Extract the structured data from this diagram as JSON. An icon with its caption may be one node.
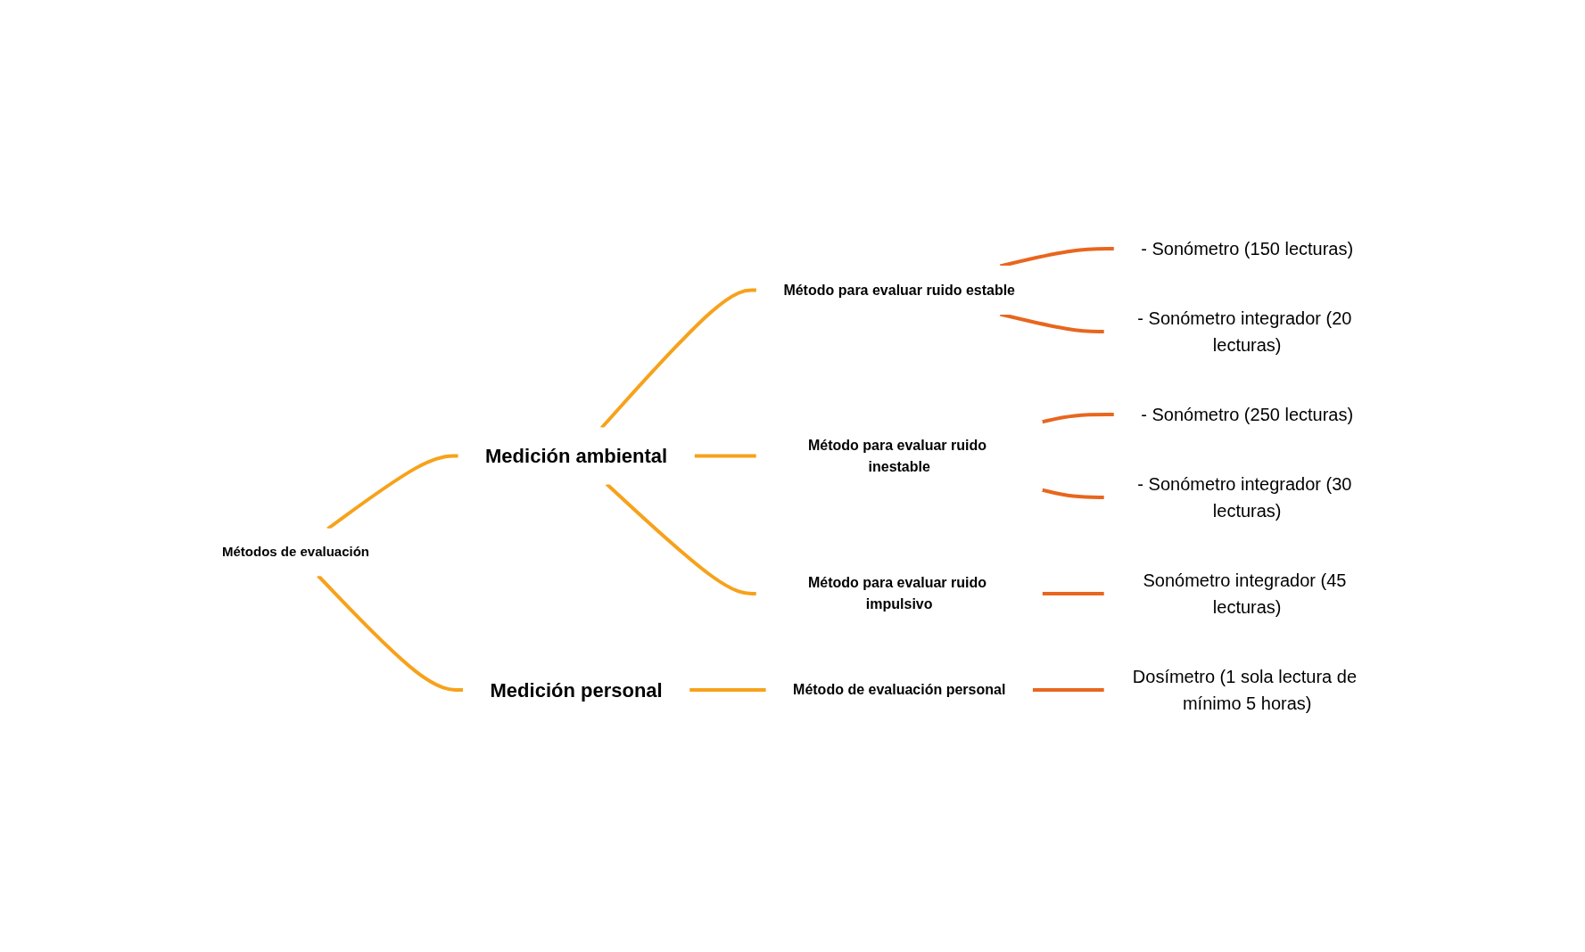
{
  "diagram": {
    "nodes": [
      {
        "text": [
          "Métodos de evaluación"
        ]
      },
      {
        "text": [
          "Medición ambiental"
        ]
      },
      {
        "text": [
          "Medición personal"
        ]
      },
      {
        "text": [
          "Método para evaluar ruido estable"
        ]
      },
      {
        "text": [
          "Método para evaluar ruido inestable"
        ]
      },
      {
        "text": [
          "Método para evaluar ruido impulsivo"
        ]
      },
      {
        "text": [
          "Método de evaluación personal"
        ]
      },
      {
        "text": [
          "- Sonómetro (150 lecturas)"
        ]
      },
      {
        "text": [
          "- Sonómetro integrador (20 lecturas)"
        ]
      },
      {
        "text": [
          "- Sonómetro (250 lecturas)"
        ]
      },
      {
        "text": [
          "- Sonómetro integrador (30 lecturas)"
        ]
      },
      {
        "text": [
          "Sonómetro integrador (45 lecturas)"
        ]
      },
      {
        "text": [
          "Dosímetro (1 sola lectura de mínimo 5 horas)"
        ]
      }
    ],
    "edges": [
      {
        "from": 0,
        "to": 1,
        "arrow": "none"
      },
      {
        "from": 0,
        "to": 2,
        "arrow": "none"
      },
      {
        "from": 1,
        "to": 3,
        "arrow": "none"
      },
      {
        "from": 1,
        "to": 4,
        "arrow": "none"
      },
      {
        "from": 1,
        "to": 5,
        "arrow": "none"
      },
      {
        "from": 2,
        "to": 6,
        "arrow": "none"
      },
      {
        "from": 3,
        "to": 7,
        "arrow": "none",
        "color": "#e8661e"
      },
      {
        "from": 3,
        "to": 8,
        "arrow": "none",
        "color": "#e8661e"
      },
      {
        "from": 4,
        "to": 9,
        "arrow": "none",
        "color": "#e8661e"
      },
      {
        "from": 4,
        "to": 10,
        "arrow": "none",
        "color": "#e8661e"
      },
      {
        "from": 5,
        "to": 11,
        "arrow": "none",
        "color": "#e8661e"
      },
      {
        "from": 6,
        "to": 12,
        "arrow": "none",
        "color": "#e8661e"
      }
    ]
  }
}
